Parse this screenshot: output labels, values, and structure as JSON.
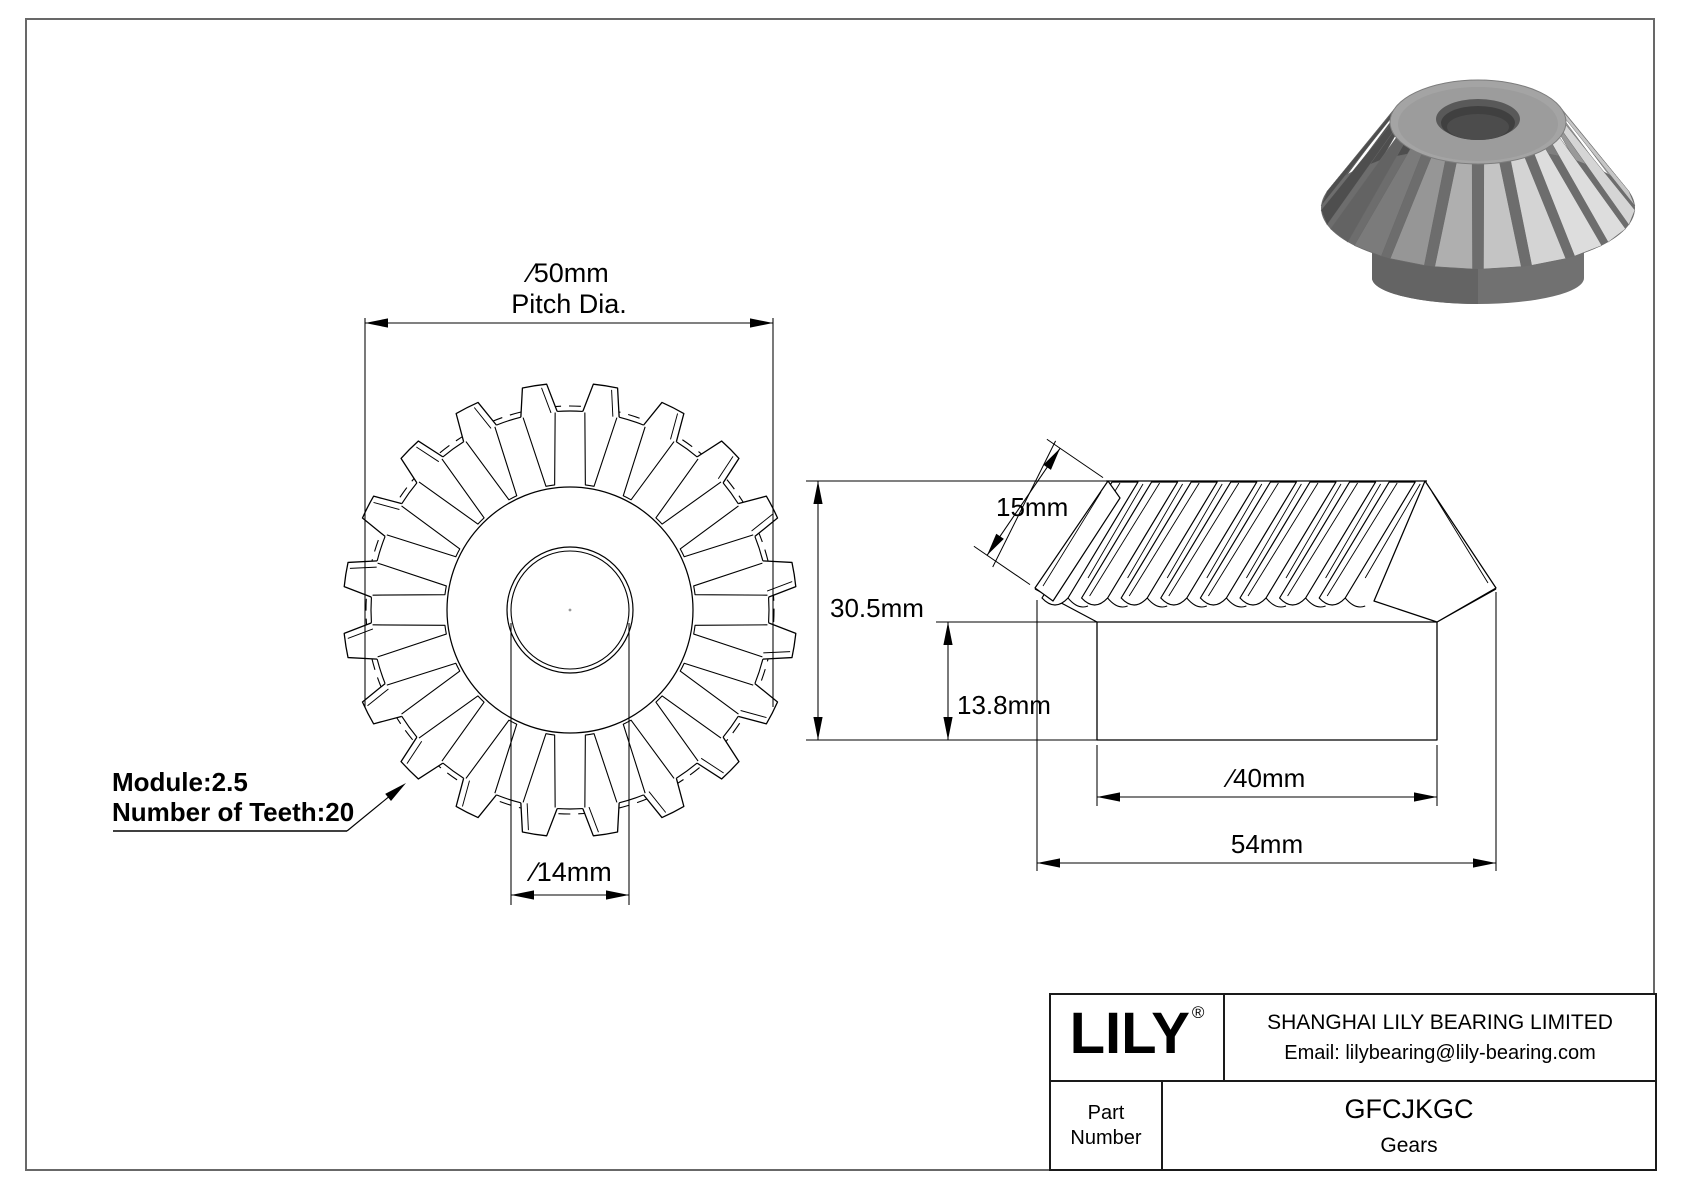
{
  "document": {
    "kind": "gear engineering drawing"
  },
  "gear": {
    "module": "2.5",
    "number_of_teeth": 20
  },
  "annotations": {
    "module_text": "Module:2.5",
    "teeth_text": "Number of Teeth:20"
  },
  "dimensions": {
    "pitch_diameter_value": "∕50mm",
    "pitch_diameter_label": "Pitch Dia.",
    "bore_diameter": "∕14mm",
    "face_width": "15mm",
    "overall_height": "30.5mm",
    "hub_height": "13.8mm",
    "hub_diameter": "∕40mm",
    "outer_diameter": "54mm"
  },
  "title_block": {
    "logo_text": "LILY",
    "registered_symbol": "®",
    "company_name": "SHANGHAI LILY BEARING LIMITED",
    "email": "Email: lilybearing@lily-bearing.com",
    "part_label_line1": "Part",
    "part_label_line2": "Number",
    "part_number": "GFCJKGC",
    "part_category": "Gears"
  },
  "colors": {
    "line": "#000000",
    "page_border": "#686868",
    "render_base": "#8a8a8a",
    "render_dark": "#3e3e3e",
    "render_light": "#c9c9c9",
    "background": "#ffffff"
  }
}
